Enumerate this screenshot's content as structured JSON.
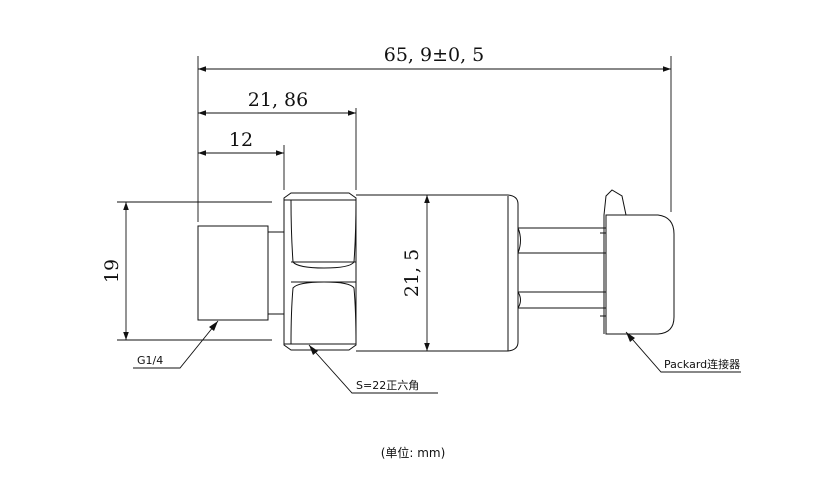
{
  "drawing": {
    "dimensions": {
      "overall_length": "65, 9±0, 5",
      "length_to_hex": "21, 86",
      "thread_length": "12",
      "thread_diameter": "19",
      "body_diameter": "21, 5"
    },
    "callouts": {
      "thread": "G1/4",
      "hex": "S=22正六角",
      "connector": "Packard连接器"
    },
    "unit_note": "(单位: mm)"
  },
  "colors": {
    "line": "#111111",
    "background": "#ffffff"
  }
}
